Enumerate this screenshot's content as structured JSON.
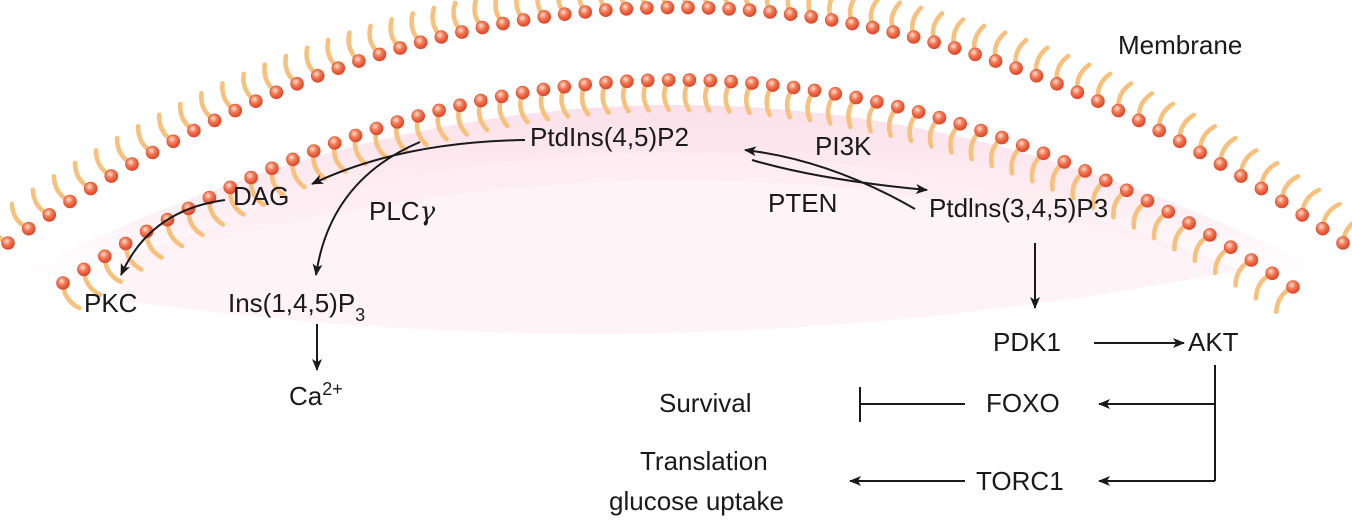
{
  "diagram": {
    "title_label": "Membrane",
    "colors": {
      "lipid_head": "#f2603f",
      "lipid_tail": "#f9c07c",
      "cytosol_tint": "#fce4ec",
      "text": "#1a1a1a"
    },
    "nodes": {
      "ptdins45p2": "PtdIns(4,5)P2",
      "ptdins345p3": "Ptdlns(3,4,5)P3",
      "dag": "DAG",
      "plcg_base": "PLC",
      "plcg_greek": "γ",
      "pkc": "PKC",
      "ip3_base": "Ins(1,4,5)P",
      "ip3_sub": "3",
      "ca_base": "Ca",
      "ca_sup": "2+",
      "pi3k": "PI3K",
      "pten": "PTEN",
      "pdk1": "PDK1",
      "akt": "AKT",
      "foxo": "FOXO",
      "torc1": "TORC1",
      "survival": "Survival",
      "translation": "Translation",
      "glucose_uptake": "glucose uptake"
    },
    "edges": [
      {
        "from": "ptdins45p2",
        "to": "dag",
        "type": "activation"
      },
      {
        "from": "ptdins45p2",
        "to": "ip3",
        "type": "activation",
        "label": "PLCγ"
      },
      {
        "from": "dag",
        "to": "pkc",
        "type": "activation"
      },
      {
        "from": "ip3",
        "to": "ca",
        "type": "activation"
      },
      {
        "from": "ptdins45p2",
        "to": "ptdins345p3",
        "type": "activation",
        "label": "PI3K"
      },
      {
        "from": "ptdins345p3",
        "to": "ptdins45p2",
        "type": "activation",
        "label": "PTEN"
      },
      {
        "from": "ptdins345p3",
        "to": "pdk1",
        "type": "activation"
      },
      {
        "from": "pdk1",
        "to": "akt",
        "type": "activation"
      },
      {
        "from": "akt",
        "to": "foxo",
        "type": "activation"
      },
      {
        "from": "akt",
        "to": "torc1",
        "type": "activation"
      },
      {
        "from": "foxo",
        "to": "survival",
        "type": "inhibition"
      },
      {
        "from": "torc1",
        "to": "translation_glucose_uptake",
        "type": "activation"
      }
    ]
  }
}
